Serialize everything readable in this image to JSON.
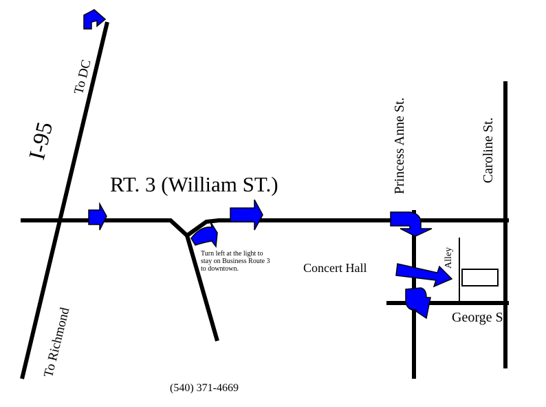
{
  "colors": {
    "arrow_fill": "#0000ff",
    "road": "#000000",
    "background": "#ffffff"
  },
  "roads": {
    "interstate": "I-95",
    "north_direction": "To DC",
    "south_direction": "To Richmond",
    "route3": "RT. 3 (William ST.)",
    "princess_anne": "Princess Anne St.",
    "caroline": "Caroline St.",
    "george": "George S",
    "alley": "Alley"
  },
  "landmarks": {
    "concert_hall": "Concert Hall"
  },
  "note": [
    "Turn left at the light to",
    "stay on Business Route 3",
    "to downtown."
  ],
  "phone": "(540) 371-4669",
  "icons": [
    "direction-arrow-icon"
  ]
}
